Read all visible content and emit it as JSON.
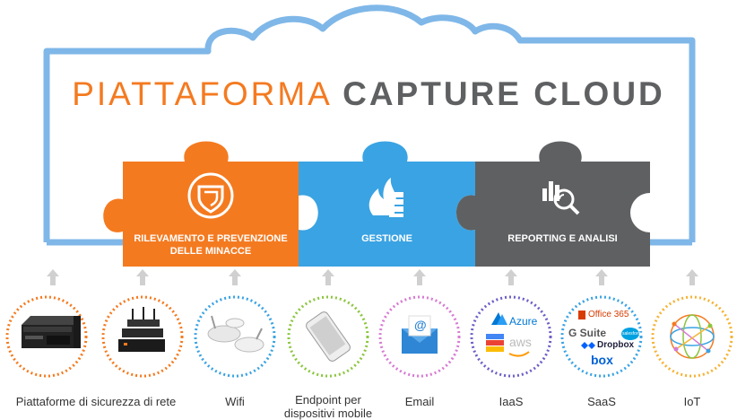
{
  "title": {
    "part1": "PIATTAFORMA",
    "part2": "CAPTURE CLOUD"
  },
  "pieces": [
    {
      "label_line1": "RILEVAMENTO E PREVENZIONE",
      "label_line2": "DELLE MINACCE",
      "color": "#f47a20",
      "icon": "shield-icon"
    },
    {
      "label_line1": "GESTIONE",
      "label_line2": "",
      "color": "#3aa3e3",
      "icon": "firewall-icon"
    },
    {
      "label_line1": "REPORTING E ANALISI",
      "label_line2": "",
      "color": "#5f6062",
      "icon": "analytics-icon"
    }
  ],
  "sources": [
    {
      "label": "Piattaforme di sicurezza di rete",
      "color": "#f47a20",
      "icon": "rack-appliance-icon"
    },
    {
      "label": "",
      "color": "#f47a20",
      "icon": "firewall-appliances-icon"
    },
    {
      "label": "Wifi",
      "color": "#3aa3e3",
      "icon": "access-point-icon"
    },
    {
      "label_line1": "Endpoint per",
      "label_line2": "dispositivi mobile",
      "color": "#8cc63f",
      "icon": "smartphone-icon"
    },
    {
      "label": "Email",
      "color": "#d77bd3",
      "icon": "envelope-icon"
    },
    {
      "label": "IaaS",
      "color": "#6c5fc7",
      "icon": "cloud-stack-icon"
    },
    {
      "label": "SaaS",
      "color": "#3aa3e3",
      "icon": "saas-logos-icon"
    },
    {
      "label": "IoT",
      "color": "#f5b335",
      "icon": "globe-network-icon"
    }
  ],
  "logos": {
    "azure": "Azure",
    "aws": "aws",
    "office": "Office 365",
    "gsuite": "G Suite",
    "salesforce": "salesforce",
    "dropbox": "Dropbox",
    "box": "box",
    "email_at": "@"
  },
  "colors": {
    "cloud_outline": "#7fb7e8",
    "arrow": "#d0d0d0"
  }
}
